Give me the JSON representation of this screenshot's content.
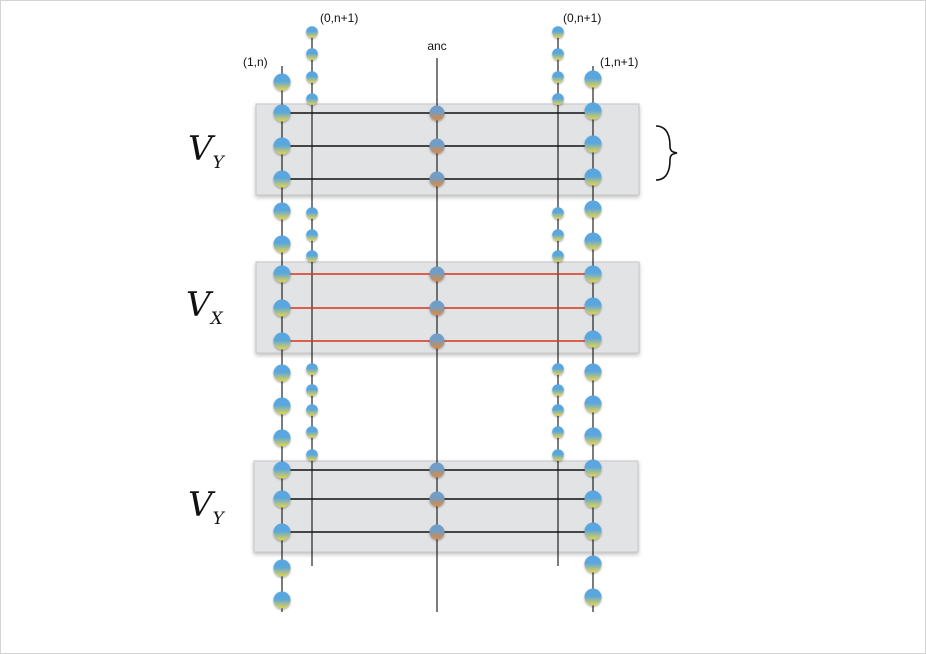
{
  "labels": {
    "top_left_inner": "(0,n+1)",
    "top_right_inner": "(0,n+1)",
    "left_outer": "(1,n)",
    "right_outer": "(1,n+1)",
    "ancilla": "anc"
  },
  "operators": [
    {
      "letter": "V",
      "sub": "Y"
    },
    {
      "letter": "V",
      "sub": "X"
    },
    {
      "letter": "V",
      "sub": "Y"
    }
  ],
  "colors": {
    "block_fill": "#e2e3e5",
    "block_stroke": "#c6c7c9",
    "line_black": "#111111",
    "line_red": "#d9321a",
    "qubit_top": "#5aa6df",
    "qubit_bottom": "#e5d54a",
    "anc_top": "#6f9ec9",
    "anc_bottom": "#e08a3c"
  },
  "icons": {
    "brace": "right-brace-icon"
  }
}
